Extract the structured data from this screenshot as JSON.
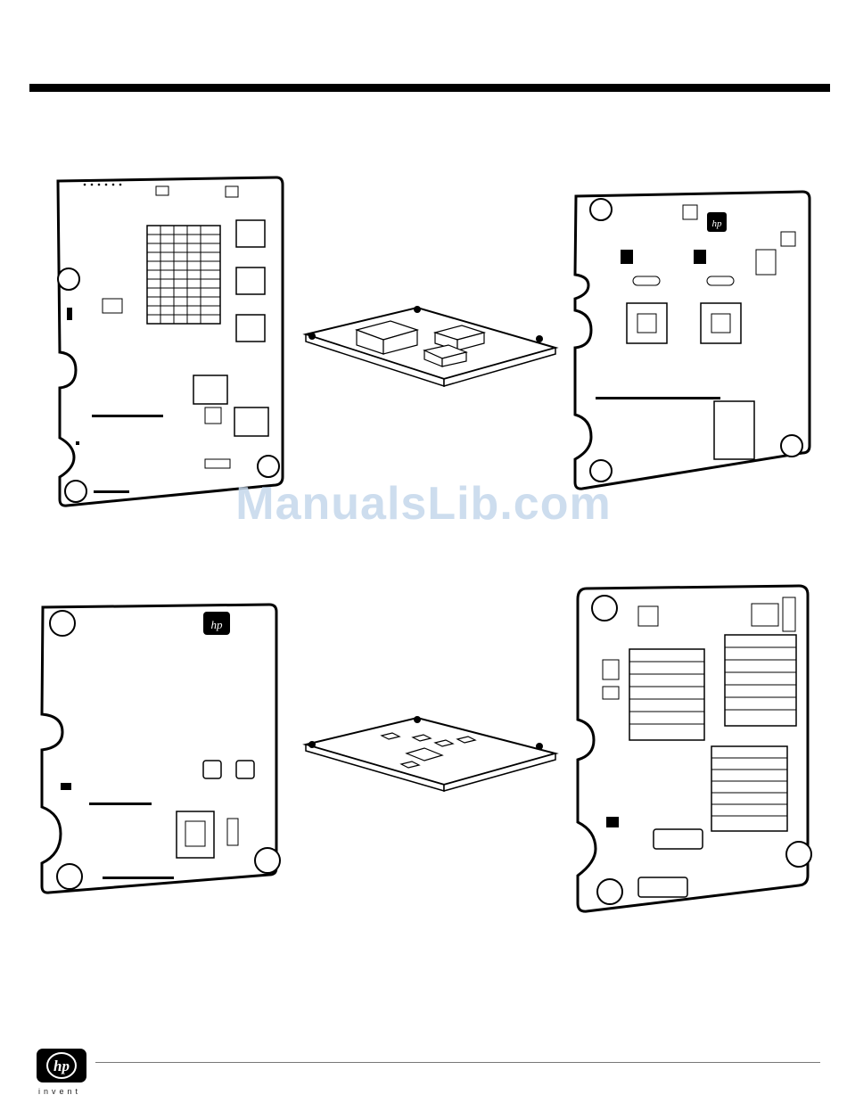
{
  "watermark": {
    "text": "ManualsLib.com"
  },
  "brand": {
    "logo_text": "hp",
    "tagline": "invent"
  },
  "figures": [
    {
      "name": "board-a-component-side-heatsinks"
    },
    {
      "name": "board-a-perspective"
    },
    {
      "name": "board-a-reverse-side"
    },
    {
      "name": "board-b-reverse-side"
    },
    {
      "name": "board-b-perspective"
    },
    {
      "name": "board-b-component-side-heatsinks"
    }
  ]
}
